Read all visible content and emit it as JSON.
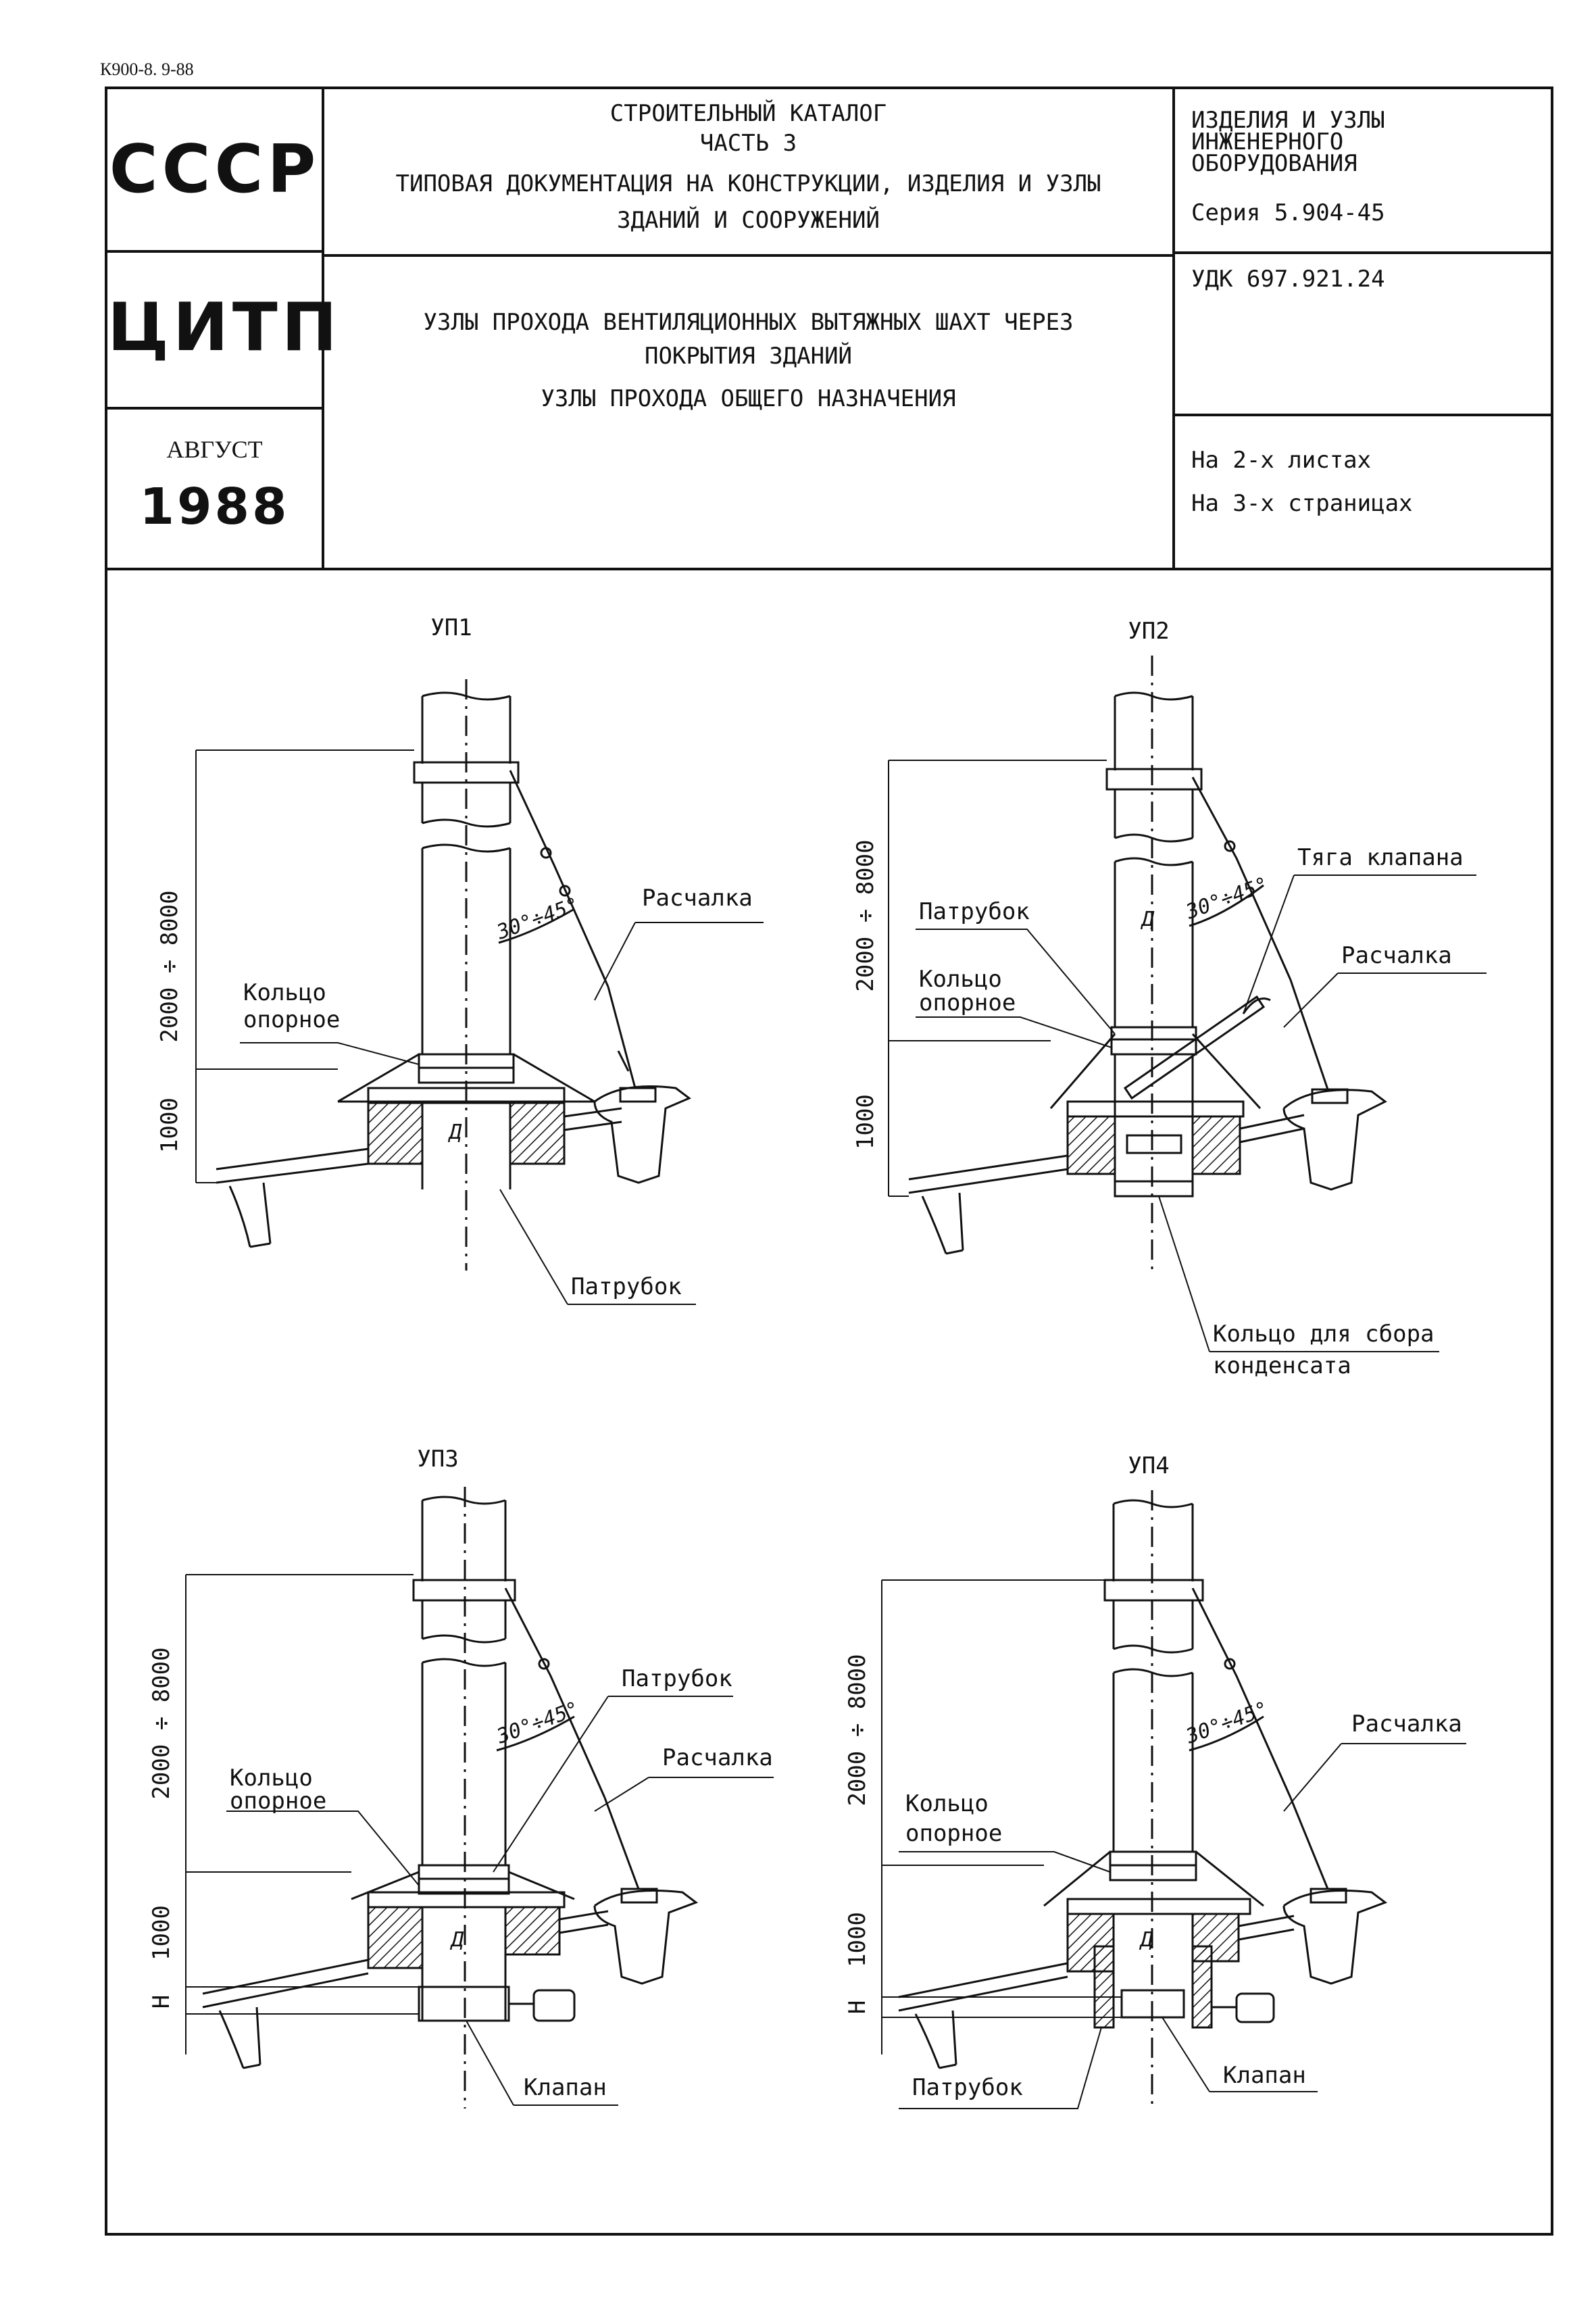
{
  "doc_code": "К900-8. 9-88",
  "stamp": {
    "country": "СССР",
    "org": "ЦИТП",
    "month": "АВГУСТ",
    "year": "1988"
  },
  "header": {
    "catalog_lines": [
      "СТРОИТЕЛЬНЫЙ КАТАЛОГ",
      "ЧАСТЬ 3",
      "ТИПОВАЯ ДОКУМЕНТАЦИЯ НА КОНСТРУКЦИИ, ИЗДЕЛИЯ И УЗЛЫ",
      "ЗДАНИЙ И СООРУЖЕНИЙ"
    ],
    "section_lines": [
      "ИЗДЕЛИЯ И УЗЛЫ",
      "ИНЖЕНЕРНОГО",
      "ОБОРУДОВАНИЯ"
    ],
    "series": "Серия 5.904-45",
    "title_lines": [
      "УЗЛЫ ПРОХОДА ВЕНТИЛЯЦИОННЫХ ВЫТЯЖНЫХ ШАХТ ЧЕРЕЗ",
      "ПОКРЫТИЯ ЗДАНИЙ",
      "УЗЛЫ ПРОХОДА ОБЩЕГО НАЗНАЧЕНИЯ"
    ],
    "udk": "УДК 697.921.24",
    "sheets": "На 2-х листах",
    "pages": "На 3-х страницах"
  },
  "drawings": [
    {
      "id": "УП1",
      "dim_height": "2000 ÷ 8000",
      "dim_base": "1000",
      "angle": "30°÷45°",
      "diameter": "Д",
      "labels": [
        "Кольцо",
        "опорное",
        "Расчалка",
        "Патрубок"
      ]
    },
    {
      "id": "УП2",
      "dim_height": "2000 ÷ 8000",
      "dim_base": "1000",
      "angle": "30°÷45°",
      "diameter": "Д",
      "labels": [
        "Патрубок",
        "Кольцо",
        "опорное",
        "Тяга клапана",
        "Расчалка",
        "Кольцо для сбора",
        "конденсата"
      ]
    },
    {
      "id": "УП3",
      "dim_height": "2000 ÷ 8000",
      "dim_base": "1000",
      "dim_h": "Н",
      "angle": "30°÷45°",
      "diameter": "Д",
      "labels": [
        "Патрубок",
        "Кольцо",
        "опорное",
        "Расчалка",
        "Клапан"
      ]
    },
    {
      "id": "УП4",
      "dim_height": "2000 ÷ 8000",
      "dim_base": "1000",
      "dim_h": "Н",
      "angle": "30°÷45°",
      "diameter": "Д",
      "labels": [
        "Расчалка",
        "Кольцо",
        "опорное",
        "Клапан",
        "Патрубок"
      ]
    }
  ]
}
